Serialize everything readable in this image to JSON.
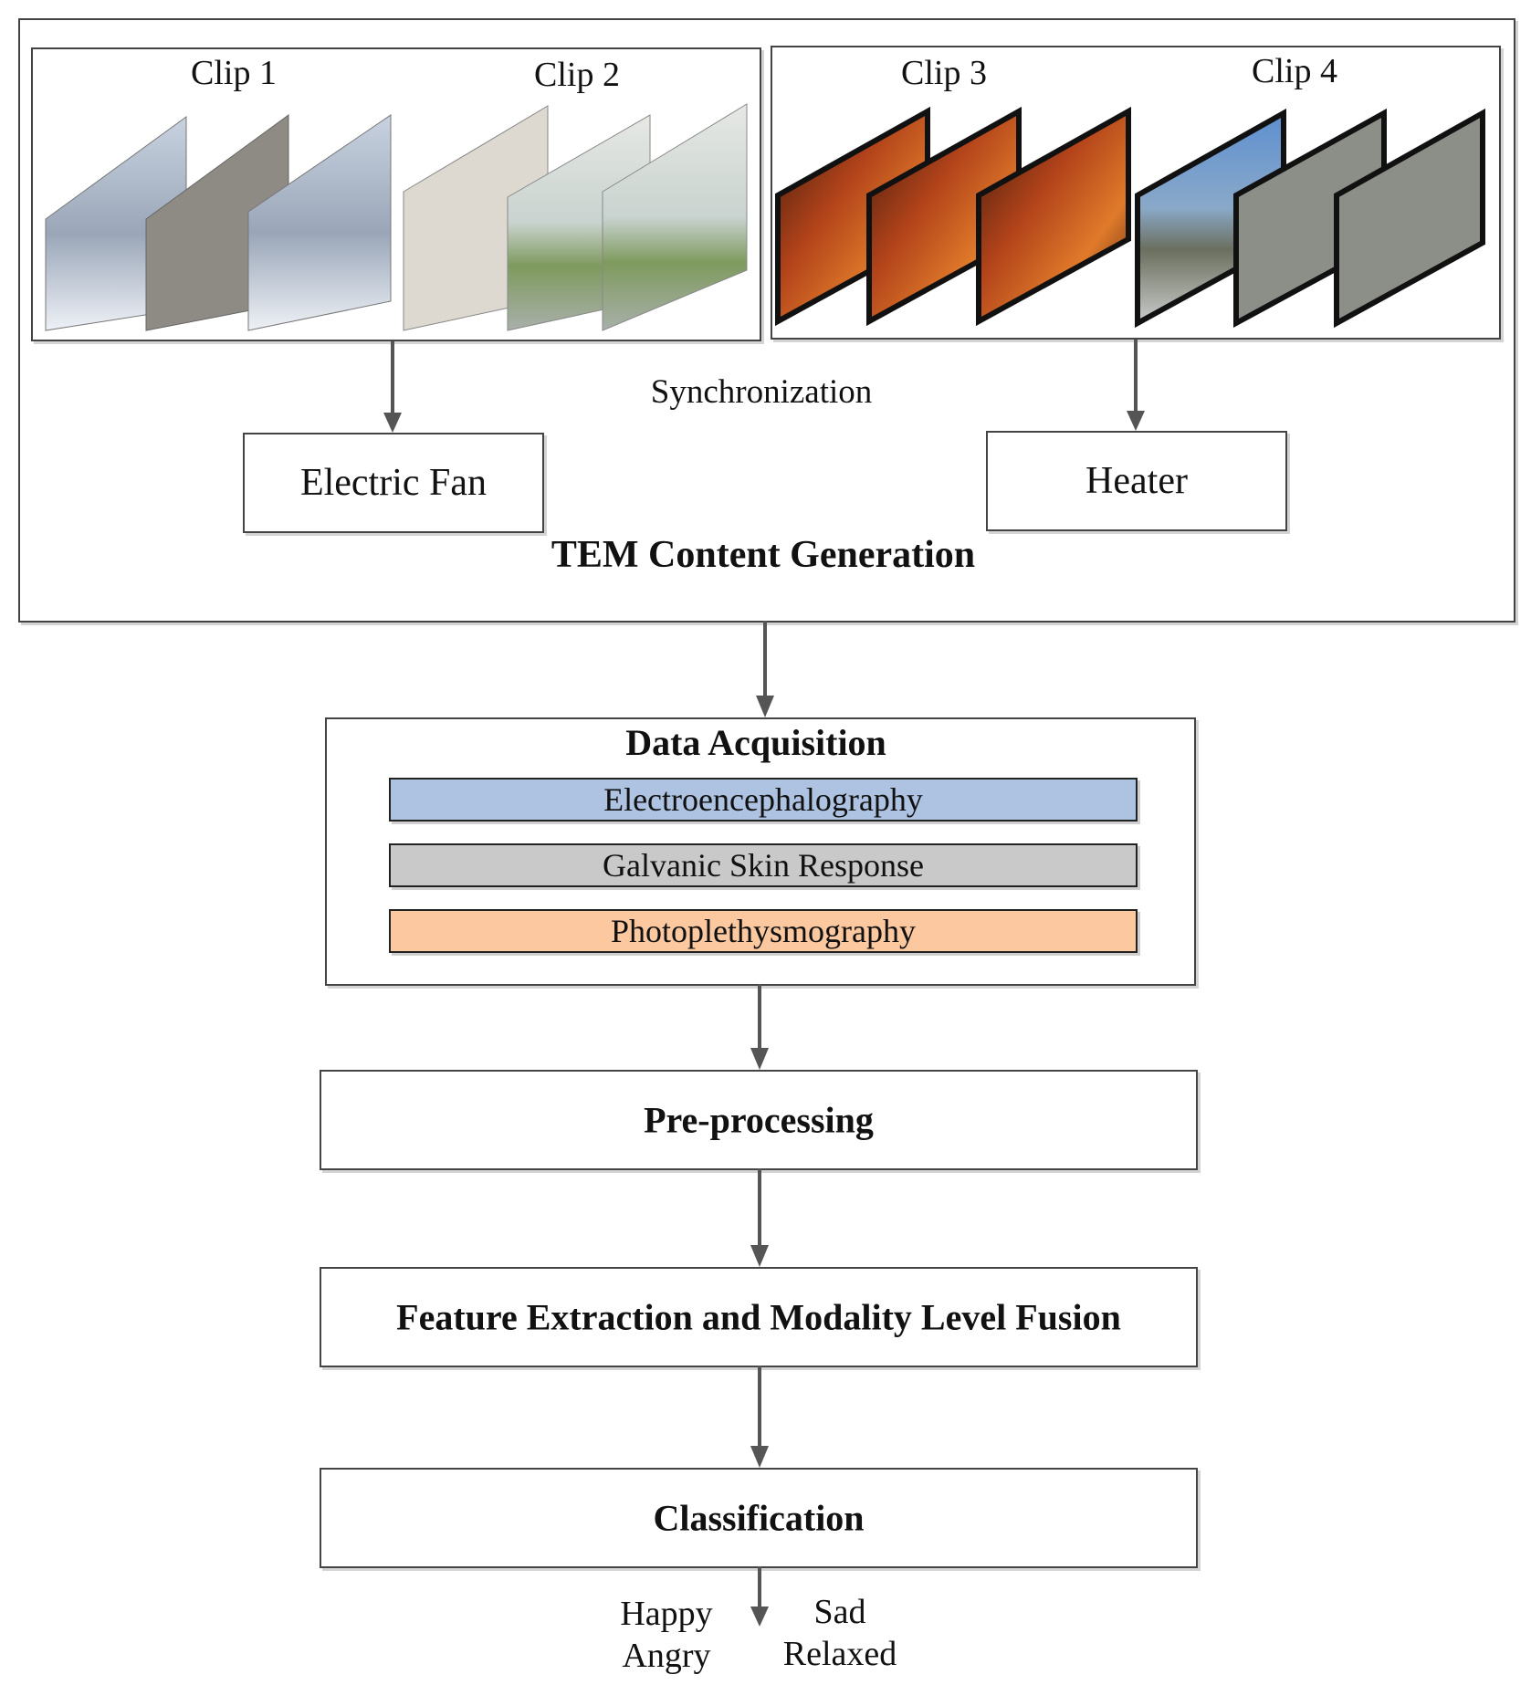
{
  "tem": {
    "title": "TEM Content Generation",
    "sync_label": "Synchronization",
    "clips": [
      "Clip 1",
      "Clip 2",
      "Clip 3",
      "Clip 4"
    ],
    "devices": {
      "fan": "Electric Fan",
      "heater": "Heater"
    }
  },
  "acquisition": {
    "title": "Data Acquisition",
    "signals": [
      {
        "label": "Electroencephalography",
        "color": "#adc3e1"
      },
      {
        "label": "Galvanic Skin Response",
        "color": "#c9c9c9"
      },
      {
        "label": "Photoplethysmography",
        "color": "#fbc8a0"
      }
    ]
  },
  "stages": {
    "preprocessing": "Pre-processing",
    "features": "Feature Extraction and Modality Level Fusion",
    "classification": "Classification"
  },
  "emotions": {
    "happy": "Happy",
    "sad": "Sad",
    "angry": "Angry",
    "relaxed": "Relaxed"
  }
}
